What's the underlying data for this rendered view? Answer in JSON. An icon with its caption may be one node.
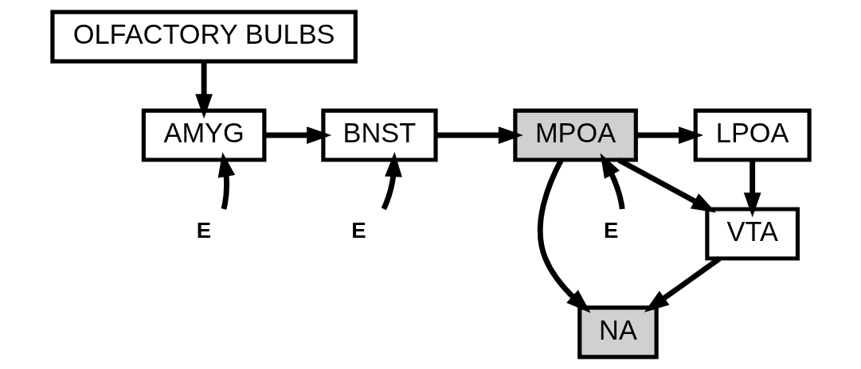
{
  "diagram": {
    "nodes": [
      {
        "text": [
          "OLFACTORY BULBS"
        ]
      },
      {
        "text": [
          "AMYG"
        ]
      },
      {
        "text": [
          "BNST"
        ]
      },
      {
        "text": [
          "MPOA"
        ]
      },
      {
        "text": [
          "LPOA"
        ]
      },
      {
        "text": [
          "VTA"
        ]
      },
      {
        "text": [
          "NA"
        ]
      },
      {
        "text": [
          "E"
        ]
      },
      {
        "text": [
          "E"
        ]
      },
      {
        "text": [
          "E"
        ]
      }
    ],
    "edges": [
      {
        "from": 0,
        "to": 1,
        "arrow": "to"
      },
      {
        "from": 1,
        "to": 2,
        "arrow": "to"
      },
      {
        "from": 2,
        "to": 3,
        "arrow": "to"
      },
      {
        "from": 3,
        "to": 4,
        "arrow": "to"
      },
      {
        "from": 3,
        "to": 6,
        "arrow": "to"
      },
      {
        "from": 3,
        "to": 5,
        "arrow": "to"
      },
      {
        "from": 4,
        "to": 5,
        "arrow": "to"
      },
      {
        "from": 5,
        "to": 6,
        "arrow": "to"
      },
      {
        "from": 7,
        "to": 1,
        "arrow": "to"
      },
      {
        "from": 8,
        "to": 2,
        "arrow": "to"
      },
      {
        "from": 9,
        "to": 3,
        "arrow": "to"
      }
    ]
  }
}
